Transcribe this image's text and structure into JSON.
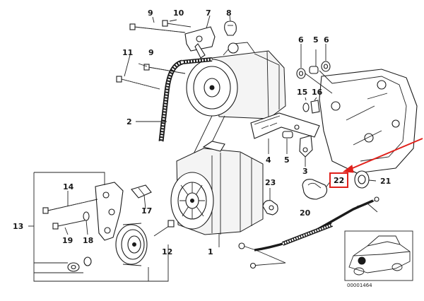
{
  "labels": {
    "l1": "1",
    "l2": "2",
    "l3": "3",
    "l4": "4",
    "l5a": "5",
    "l5b": "5",
    "l6a": "6",
    "l6b": "6",
    "l7": "7",
    "l8": "8",
    "l9a": "9",
    "l9b": "9",
    "l10": "10",
    "l11": "11",
    "l12": "12",
    "l13": "13",
    "l14": "14",
    "l15": "15",
    "l16": "16",
    "l17": "17",
    "l18": "18",
    "l19": "19",
    "l20": "20",
    "l21": "21",
    "l22": "22",
    "l23": "23"
  },
  "highlight": {
    "part_number": "22",
    "color": "#e0201a"
  },
  "diagram_code": "00001464"
}
